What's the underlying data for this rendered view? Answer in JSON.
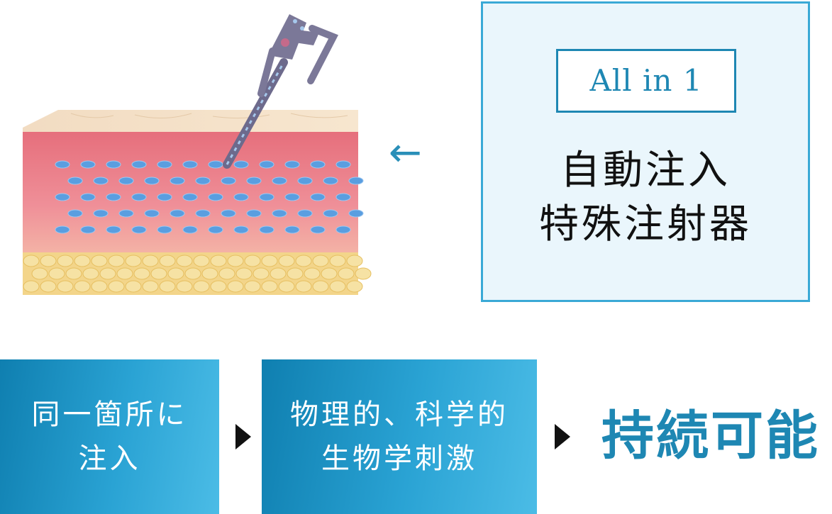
{
  "illustration": {
    "dot_rows": 5,
    "dot_cols": 12,
    "colors": {
      "skin": "#e9808a",
      "skin_top": "#f3dcc0",
      "fat": "#f0cf7a",
      "dot": "#5a9ee0",
      "injector": "#6d6a8c"
    }
  },
  "arrow": "←",
  "panel": {
    "tag": "All in 1",
    "title_line1": "自動注入",
    "title_line2": "特殊注射器"
  },
  "steps": [
    {
      "line1": "同一箇所に",
      "line2": "注入"
    },
    {
      "line1": "物理的、科学的",
      "line2": "生物学刺激"
    }
  ],
  "result": "持続可能",
  "colors": {
    "accent": "#1e87b3",
    "box_border": "#3aa9d6",
    "box_bg": "#eaf6fc"
  }
}
